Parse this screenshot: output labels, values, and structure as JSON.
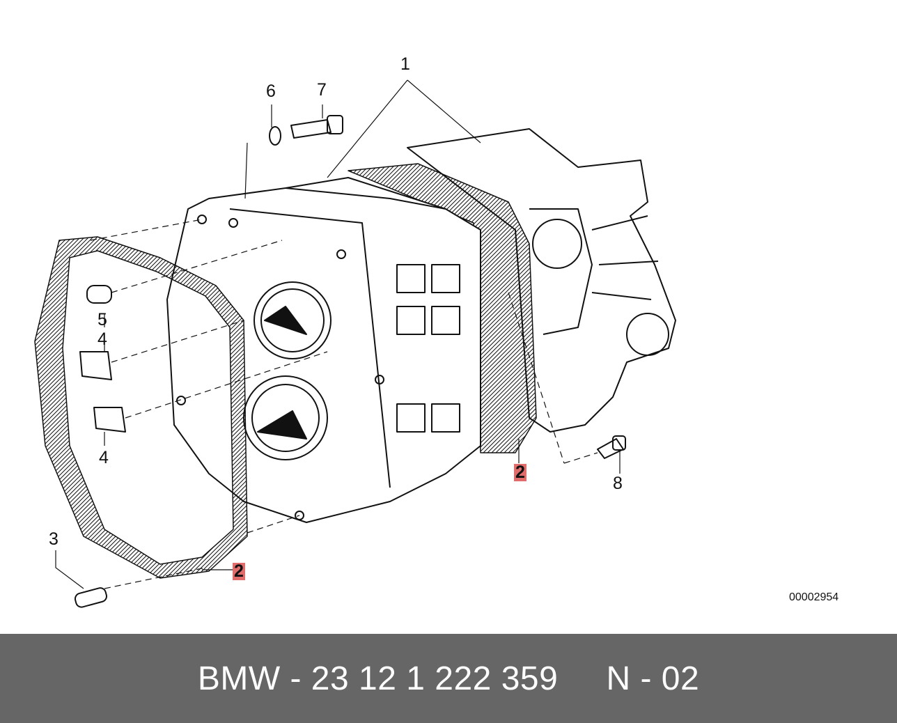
{
  "diagram": {
    "diagram_id": "00002954",
    "callouts": [
      "1",
      "2",
      "2",
      "3",
      "4",
      "4",
      "5",
      "6",
      "7",
      "8"
    ],
    "highlight_color": "#e06c6c"
  },
  "footer": {
    "part_text": "BMW - 23 12 1 222 359     N - 02",
    "background": "#666666"
  }
}
